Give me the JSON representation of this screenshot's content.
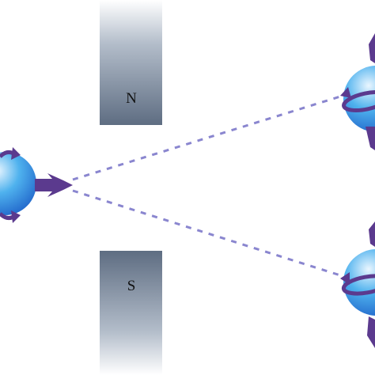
{
  "magnet": {
    "north_label": "N",
    "south_label": "S"
  },
  "colors": {
    "sphere_light": "#eaf6ff",
    "sphere_mid": "#4fb2ee",
    "sphere_dark": "#1f63c9",
    "arrow": "#5b3a8e",
    "beam_path": "#8a86cf",
    "magnet_dark": "#5e6d82",
    "magnet_light": "#ffffff"
  },
  "particles": [
    {
      "id": "incoming-particle",
      "spin": "along-beam"
    },
    {
      "id": "deflected-up-particle",
      "spin": "up"
    },
    {
      "id": "deflected-down-particle",
      "spin": "down"
    }
  ]
}
